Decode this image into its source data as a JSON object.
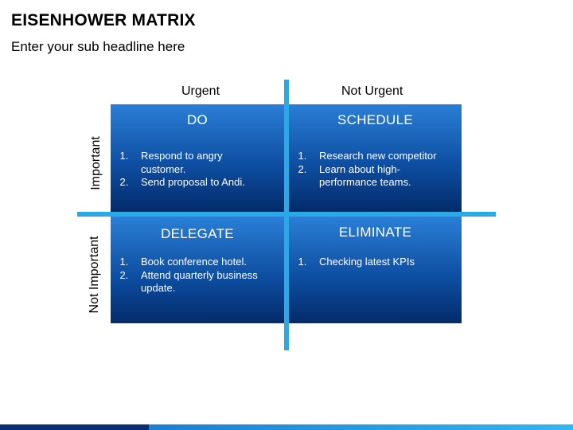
{
  "title": "EISENHOWER MATRIX",
  "subtitle": "Enter your sub headline here",
  "columns": {
    "urgent": "Urgent",
    "not_urgent": "Not Urgent"
  },
  "rows": {
    "important": "Important",
    "not_important": "Not Important"
  },
  "quadrants": {
    "do": {
      "title": "DO",
      "items": [
        "Respond to angry customer.",
        "Send proposal to Andi."
      ]
    },
    "schedule": {
      "title": "SCHEDULE",
      "items": [
        "Research new competitor",
        "Learn about high-performance teams."
      ]
    },
    "delegate": {
      "title": "DELEGATE",
      "items": [
        "Book conference hotel.",
        "Attend quarterly business update."
      ]
    },
    "eliminate": {
      "title": "ELIMINATE",
      "items": [
        "Checking latest KPIs"
      ]
    }
  },
  "colors": {
    "quadrant_top": "#2a7fd6",
    "quadrant_bottom": "#032b6b",
    "axis": "#29a9e6"
  }
}
